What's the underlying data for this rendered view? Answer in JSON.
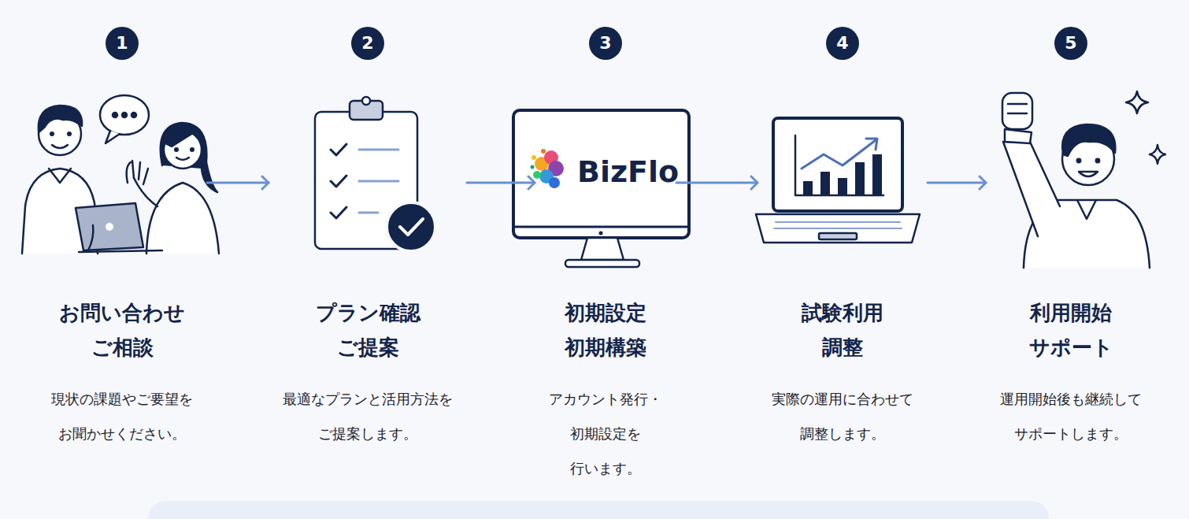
{
  "diagram": {
    "nodes": [
      {
        "text": [
          "お問い合わせ ご相談",
          "現状の課題やご要望を お聞かせください。"
        ]
      },
      {
        "text": [
          "1"
        ],
        "in": 0
      },
      {
        "text": [
          "プラン確認 ご提案",
          "最適なプランと活用方法を ご提案します。"
        ]
      },
      {
        "text": [
          "2"
        ],
        "in": 2
      },
      {
        "text": [
          "初期設定 初期構築",
          "アカウント発行・初期設定を 行います。"
        ]
      },
      {
        "text": [
          "3"
        ],
        "in": 4
      },
      {
        "text": [
          "試験利用 調整",
          "実際の運用に合わせて 調整します。"
        ]
      },
      {
        "text": [
          "4"
        ],
        "in": 6
      },
      {
        "text": [
          "利用開始 サポート",
          "運用開始後も継続して サポートします。"
        ]
      },
      {
        "text": [
          "5"
        ],
        "in": 8
      }
    ],
    "edges": [
      {
        "from": 0,
        "to": 2,
        "arrow": "to"
      },
      {
        "from": 2,
        "to": 4,
        "arrow": "to"
      },
      {
        "from": 4,
        "to": 6,
        "arrow": "to"
      },
      {
        "from": 6,
        "to": 8,
        "arrow": "to"
      }
    ],
    "labels": [
      "BizFlo"
    ]
  }
}
